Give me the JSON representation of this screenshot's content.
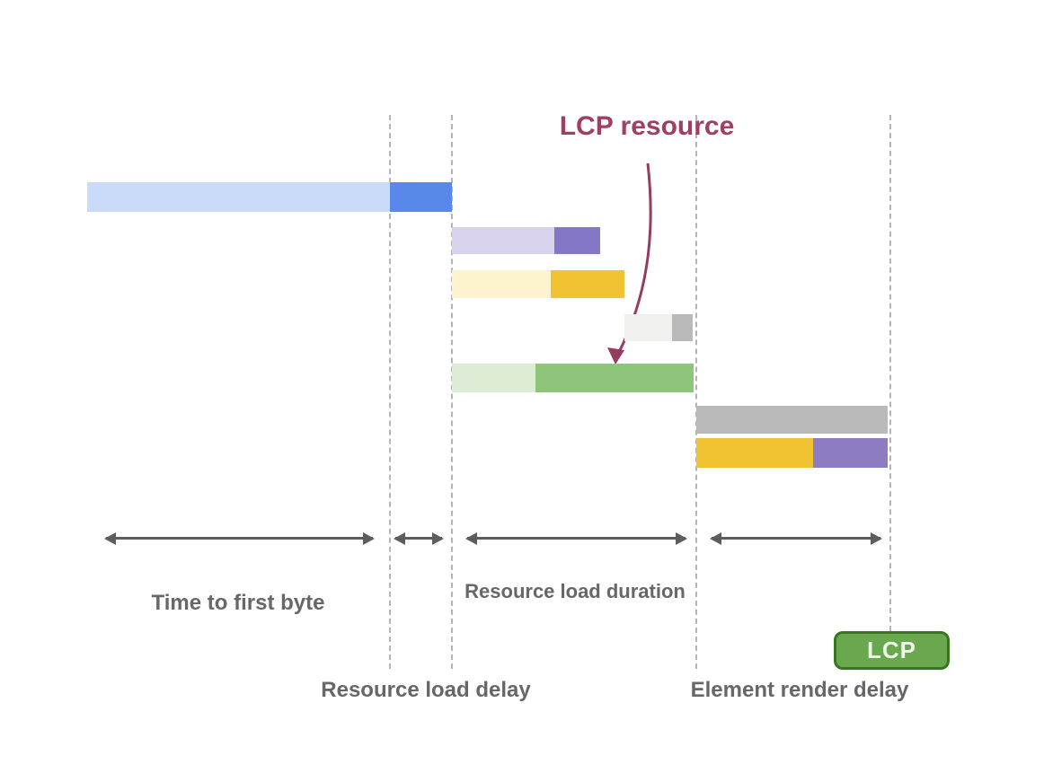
{
  "diagram": {
    "title": "LCP resource",
    "title_color": "#a13e63",
    "badge": {
      "label": "LCP",
      "fill": "#6aa84f",
      "border": "#38761d",
      "text_color": "#eef7e8"
    },
    "labels": {
      "time_to_first_byte": "Time to first byte",
      "resource_load_duration": "Resource load duration",
      "resource_load_delay": "Resource load delay",
      "element_render_delay": "Element render delay"
    },
    "guideline_color": "#b5b5b5",
    "span_arrow_color": "#5d5d5d",
    "annotation_arrow_color": "#963c5f",
    "bars": [
      {
        "name": "html-document-bar",
        "segments": [
          {
            "color": "#c9dbf8"
          },
          {
            "color": "#5a88ea"
          }
        ]
      },
      {
        "name": "stylesheet-bar",
        "segments": [
          {
            "color": "#d9d2ec"
          },
          {
            "color": "#8477c5"
          }
        ]
      },
      {
        "name": "font-bar",
        "segments": [
          {
            "color": "#fdf3cf"
          },
          {
            "color": "#f1c232"
          }
        ]
      },
      {
        "name": "other-resource-bar",
        "segments": [
          {
            "color": "#f0f0ef"
          },
          {
            "color": "#b9b9b9"
          }
        ]
      },
      {
        "name": "lcp-resource-bar",
        "segments": [
          {
            "color": "#ddecd4"
          },
          {
            "color": "#8fc47b"
          }
        ]
      },
      {
        "name": "main-thread-bar",
        "segments": [
          {
            "color": "#b9b9b9"
          }
        ]
      },
      {
        "name": "render-tasks-bar",
        "segments": [
          {
            "color": "#f1c232"
          },
          {
            "color": "#8e7cc3"
          }
        ]
      }
    ]
  }
}
